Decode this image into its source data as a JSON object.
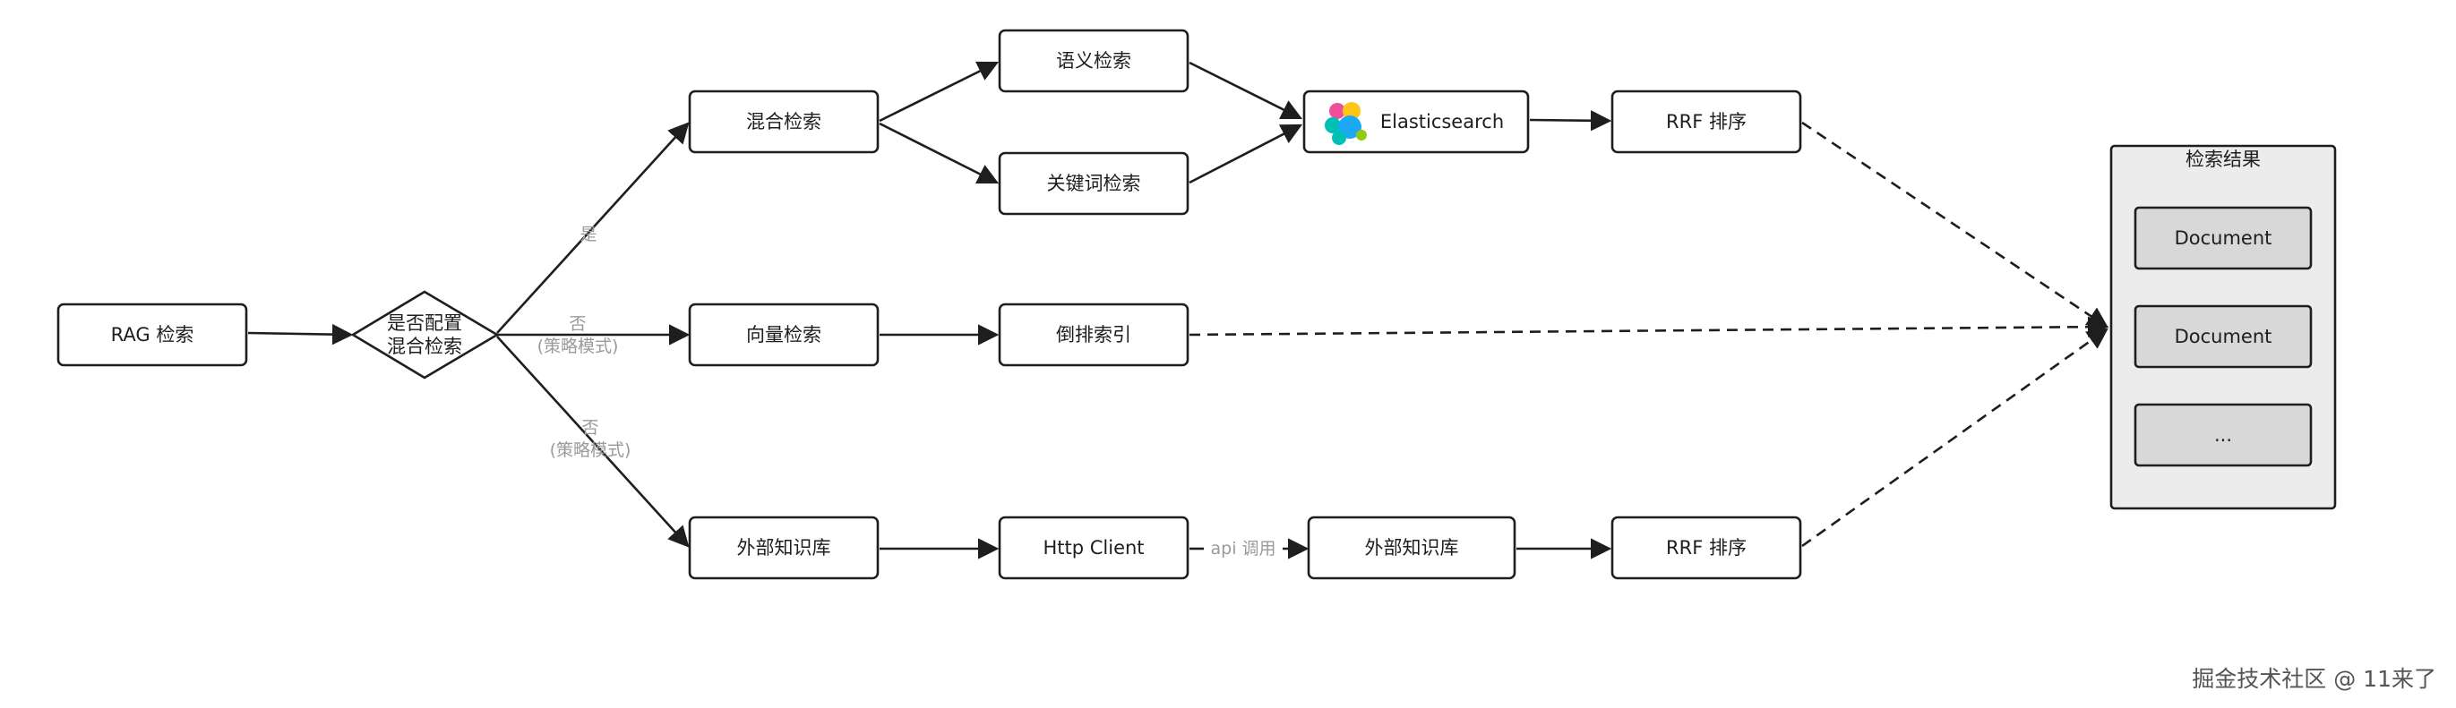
{
  "nodes": {
    "rag": "RAG 检索",
    "decision_line1": "是否配置",
    "decision_line2": "混合检索",
    "hybrid": "混合检索",
    "semantic": "语义检索",
    "keyword": "关键词检索",
    "elasticsearch": "Elasticsearch",
    "rrf_top": "RRF 排序",
    "vector": "向量检索",
    "inverted": "倒排索引",
    "external1": "外部知识库",
    "http": "Http Client",
    "external2": "外部知识库",
    "rrf_bottom": "RRF 排序"
  },
  "edge_labels": {
    "yes": "是",
    "no_mid_line1": "否",
    "no_mid_line2": "(策略模式)",
    "no_low_line1": "否",
    "no_low_line2": "(策略模式)",
    "api": "api 调用"
  },
  "results": {
    "title": "检索结果",
    "items": [
      "Document",
      "Document",
      "..."
    ]
  },
  "watermark": "掘金技术社区 @ 11来了",
  "colors": {
    "stroke": "#1e1e1e",
    "label": "#9a9a9a",
    "container_fill": "#ececec",
    "doc_fill": "#d8d8d8"
  },
  "icons": {
    "elasticsearch": "elasticsearch-logo-icon"
  }
}
